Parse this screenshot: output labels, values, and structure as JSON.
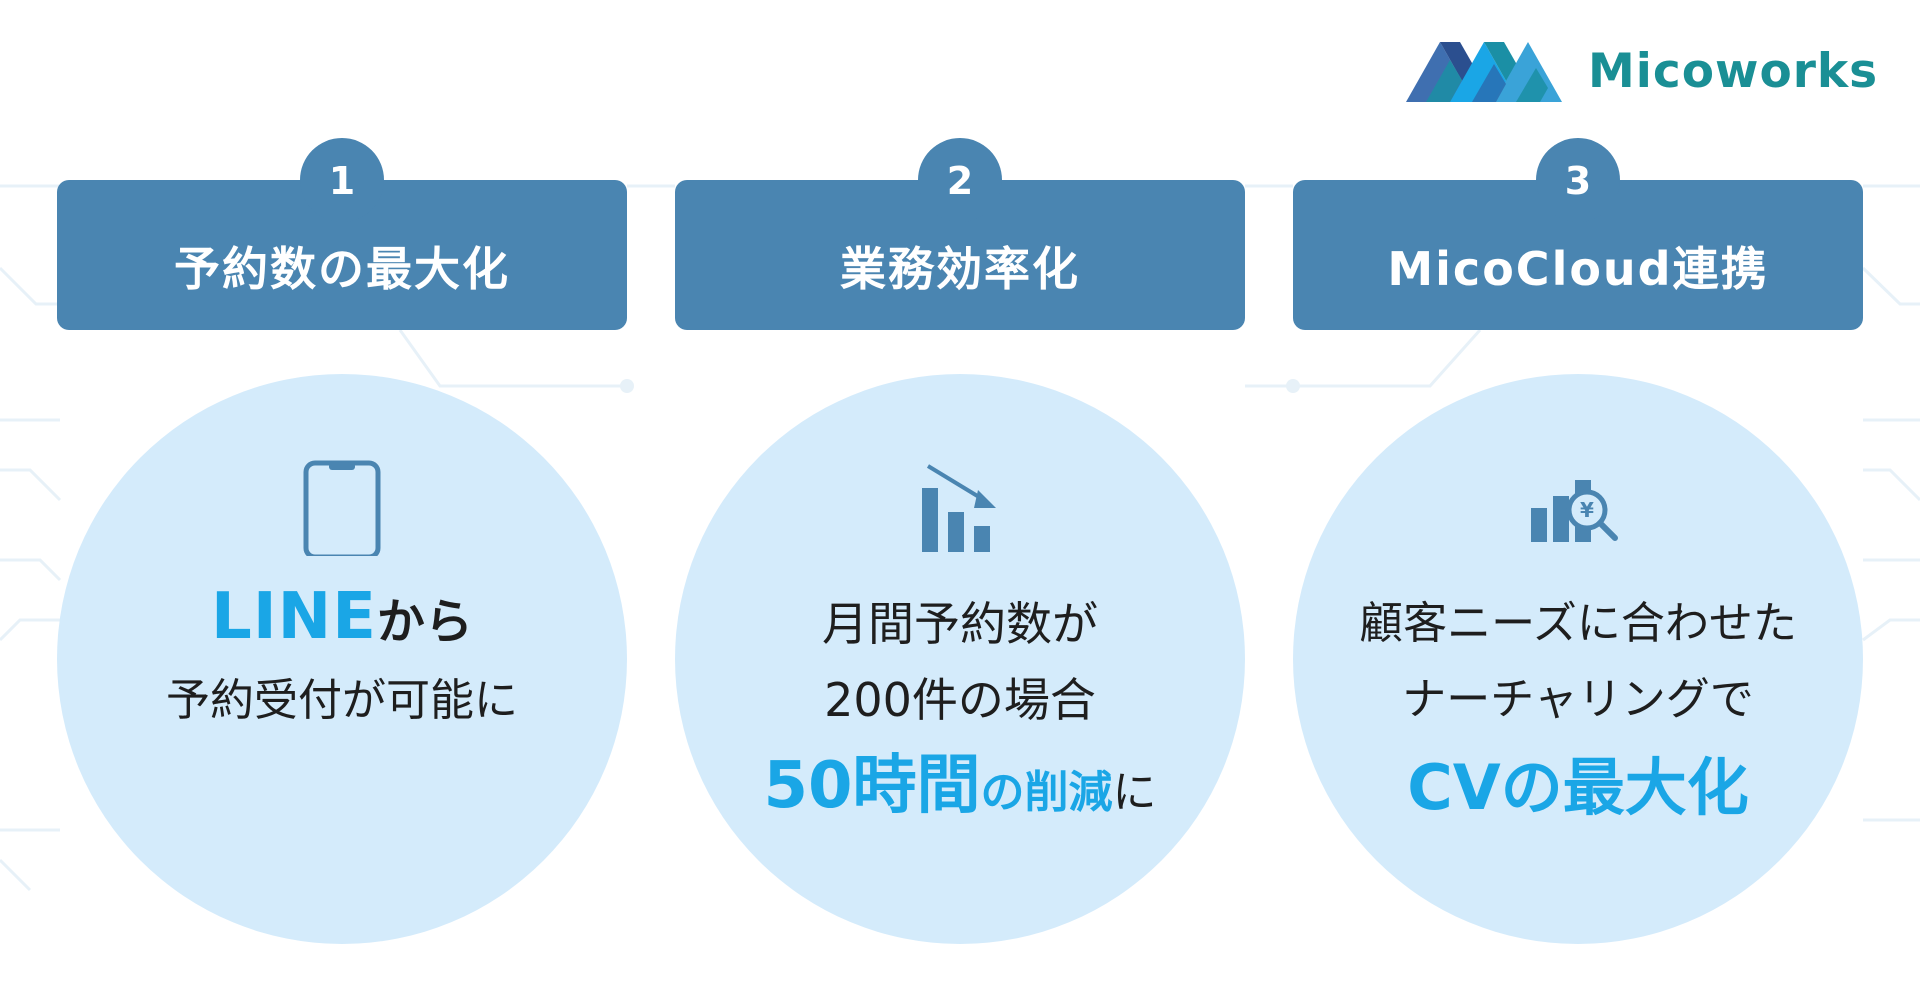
{
  "brand": {
    "name": "Micoworks",
    "color": "#1a8f95",
    "mark_icon": "micoworks-m-logo-icon"
  },
  "colors": {
    "header": "#4a85b1",
    "circle": "#d4ebfb",
    "highlight": "#1aa6e6"
  },
  "cards": [
    {
      "number": "1",
      "title": "予約数の最大化",
      "icon": "smartphone-icon",
      "line1_highlight": "LINE",
      "line1_rest": "から",
      "line2": "予約受付が可能に"
    },
    {
      "number": "2",
      "title": "業務効率化",
      "icon": "decreasing-bar-chart-icon",
      "line1": "月間予約数が",
      "line2": "200件の場合",
      "line3_big": "50時間",
      "line3_mid": "の削減",
      "line3_rest": "に"
    },
    {
      "number": "3",
      "title": "MicoCloud連携",
      "icon": "yen-bar-chart-search-icon",
      "line1": "顧客ニーズに合わせた",
      "line2": "ナーチャリングで",
      "line3": "CVの最大化"
    }
  ]
}
